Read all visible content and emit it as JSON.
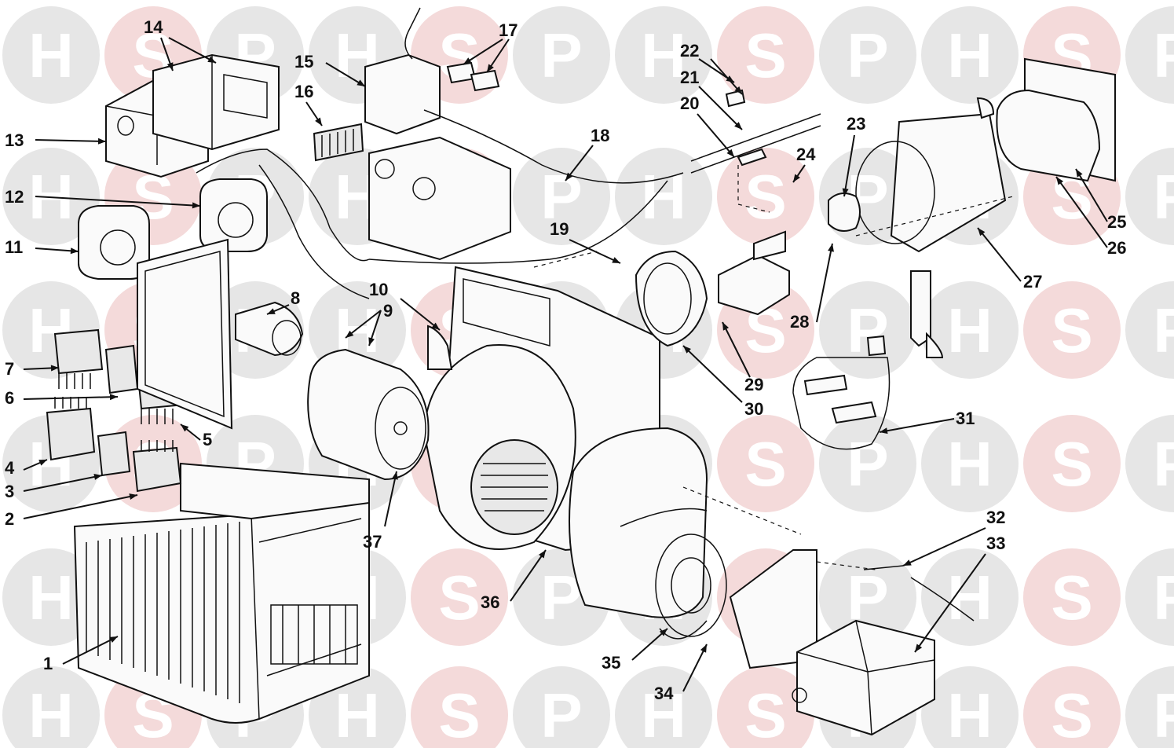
{
  "watermark": {
    "letters": [
      "H",
      "S",
      "P"
    ],
    "neutral_color": "#e6e6e6",
    "accent_color": "#f4dada"
  },
  "callouts": [
    "1",
    "2",
    "3",
    "4",
    "5",
    "6",
    "7",
    "8",
    "9",
    "10",
    "11",
    "12",
    "13",
    "14",
    "15",
    "16",
    "17",
    "18",
    "19",
    "20",
    "21",
    "22",
    "23",
    "24",
    "25",
    "26",
    "27",
    "28",
    "29",
    "30",
    "31",
    "32",
    "33",
    "34",
    "35",
    "36",
    "37"
  ],
  "colors": {
    "line": "#111111",
    "background": "#ffffff"
  }
}
